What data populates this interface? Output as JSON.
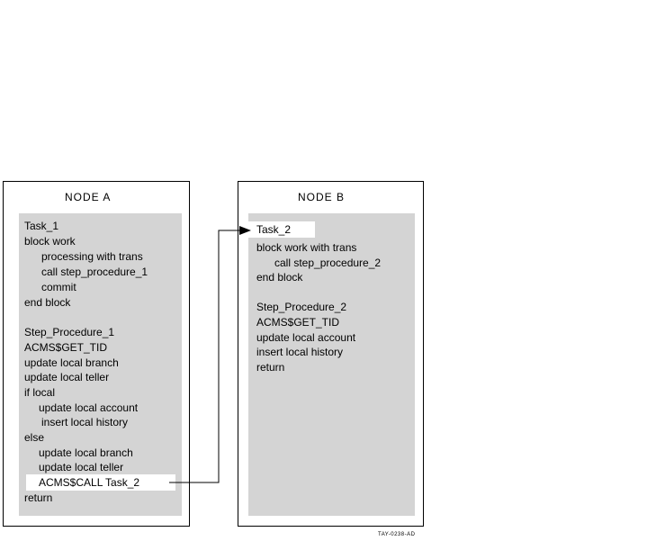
{
  "node_a": {
    "title": "NODE A",
    "lines": [
      "Task_1",
      "block work",
      "processing with trans",
      "call step_procedure_1",
      "commit",
      "end block",
      "Step_Procedure_1",
      "ACMS$GET_TID",
      "update local branch",
      "update local teller",
      "if local",
      "update local account",
      "insert local history",
      "else",
      "update local branch",
      "update local teller",
      "ACMS$CALL Task_2",
      "return"
    ]
  },
  "node_b": {
    "title": "NODE B",
    "lines": [
      "Task_2",
      "block work with trans",
      "call step_procedure_2",
      "end block",
      "Step_Procedure_2",
      "ACMS$GET_TID",
      "update local account",
      "insert local history",
      "return"
    ]
  },
  "caption": "TAY-0238-AD"
}
